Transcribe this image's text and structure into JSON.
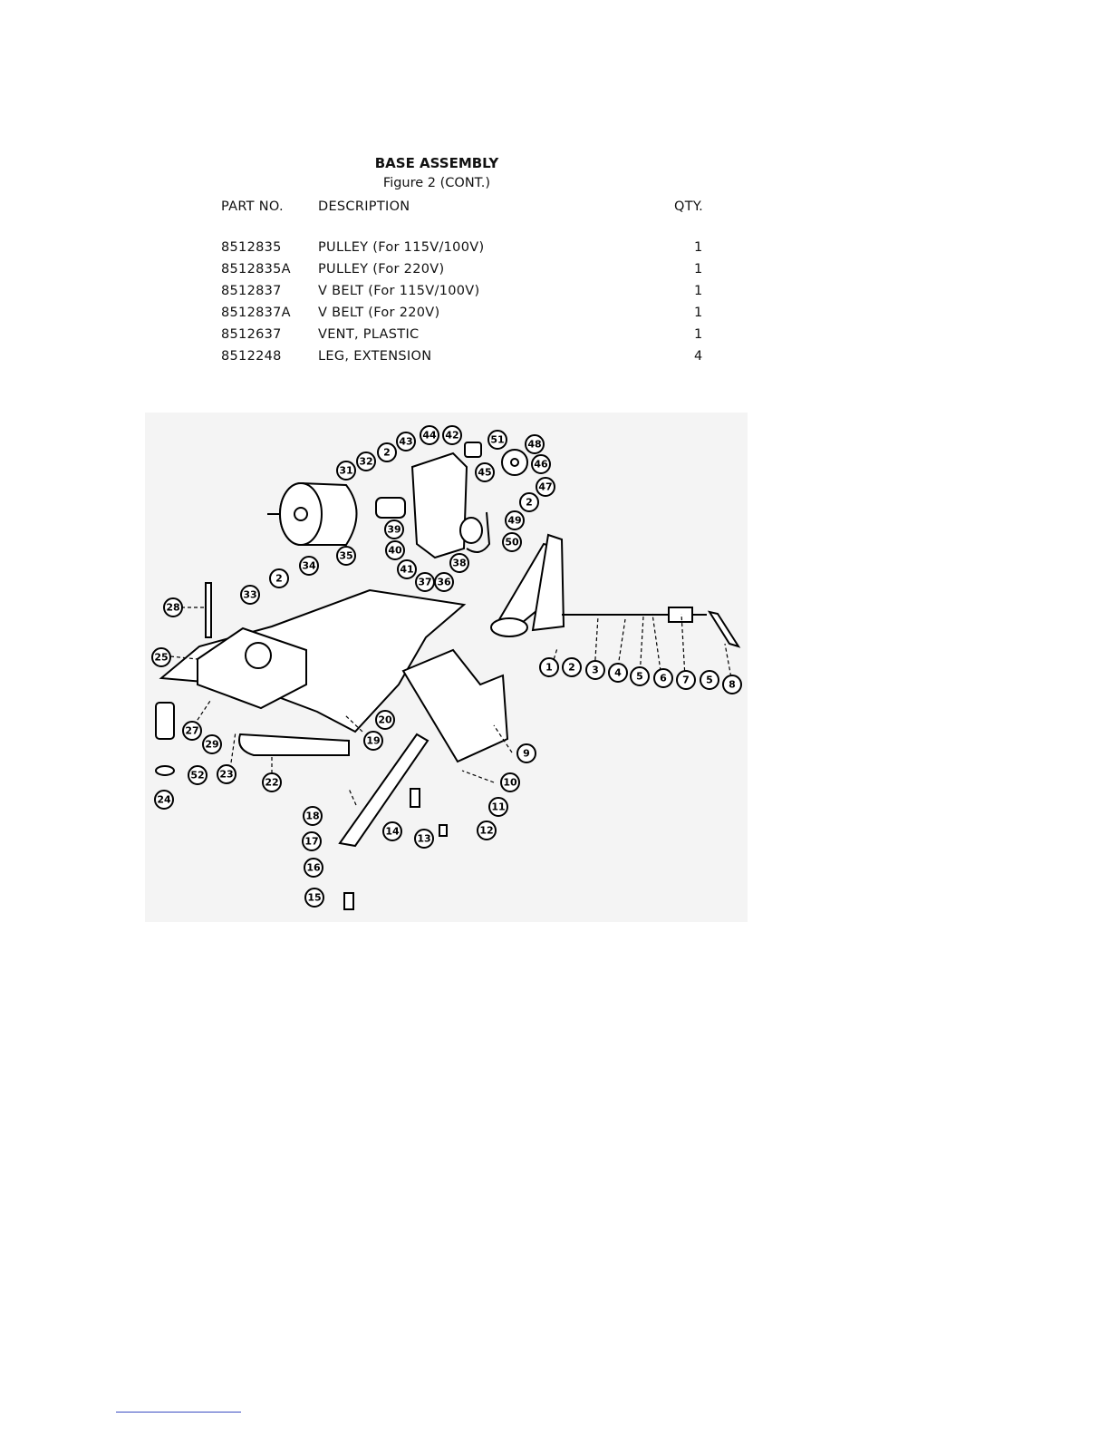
{
  "document": {
    "title": "BASE ASSEMBLY",
    "subtitle": "Figure 2 (CONT.)",
    "columns": {
      "part_no": "PART NO.",
      "description": "DESCRIPTION",
      "qty": "QTY."
    },
    "rows": [
      {
        "part_no": "8512835",
        "description": "PULLEY  (For 115V/100V)",
        "qty": "1"
      },
      {
        "part_no": "8512835A",
        "description": "PULLEY (For 220V)",
        "qty": "1"
      },
      {
        "part_no": "8512837",
        "description": "V BELT (For 115V/100V)",
        "qty": "1"
      },
      {
        "part_no": "8512837A",
        "description": "V BELT (For 220V)",
        "qty": "1"
      },
      {
        "part_no": "8512637",
        "description": "VENT, PLASTIC",
        "qty": "1"
      },
      {
        "part_no": "8512248",
        "description": "LEG, EXTENSION",
        "qty": "4"
      }
    ]
  },
  "diagram": {
    "callouts": [
      "1",
      "2",
      "3",
      "4",
      "5",
      "6",
      "7",
      "5",
      "8",
      "9",
      "10",
      "11",
      "12",
      "13",
      "14",
      "15",
      "16",
      "17",
      "18",
      "19",
      "20",
      "22",
      "23",
      "24",
      "25",
      "27",
      "28",
      "29",
      "31",
      "32",
      "2",
      "33",
      "34",
      "35",
      "2",
      "36",
      "37",
      "38",
      "39",
      "40",
      "41",
      "42",
      "43",
      "44",
      "45",
      "46",
      "47",
      "2",
      "48",
      "49",
      "50",
      "51",
      "52"
    ]
  }
}
